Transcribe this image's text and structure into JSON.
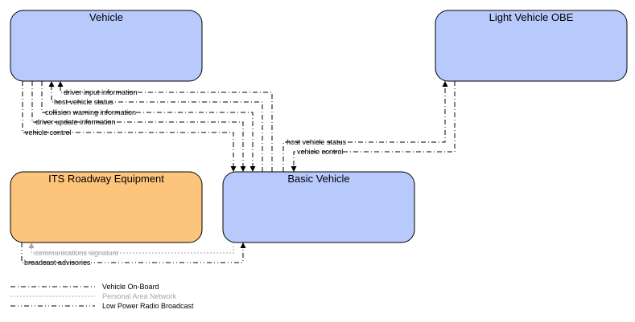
{
  "nodes": {
    "vehicle": {
      "title": "Vehicle",
      "fill": "#b8c9fc"
    },
    "light_vehicle_obe": {
      "title": "Light Vehicle OBE",
      "fill": "#b8c9fc"
    },
    "its_roadway_equipment": {
      "title": "ITS Roadway Equipment",
      "fill": "#fdc47c"
    },
    "basic_vehicle": {
      "title": "Basic Vehicle",
      "fill": "#b8c9fc"
    }
  },
  "flows": {
    "driver_input_information": "driver input information",
    "host_vehicle_status_1": "host vehicle status",
    "collision_warning_information": "collision warning information",
    "driver_update_information": "driver update information",
    "vehicle_control_1": "vehicle control",
    "host_vehicle_status_2": "host vehicle status",
    "vehicle_control_2": "vehicle control",
    "communications_signature": "communications signature",
    "broadcast_advisories": "broadcast advisories"
  },
  "legend": {
    "vehicle_on_board": "Vehicle On-Board",
    "personal_area_network": "Personal Area Network",
    "low_power_radio_broadcast": "Low Power Radio Broadcast"
  },
  "colors": {
    "line": "#000000",
    "line_gray": "#a6a6a6",
    "node_stroke": "#000000"
  }
}
